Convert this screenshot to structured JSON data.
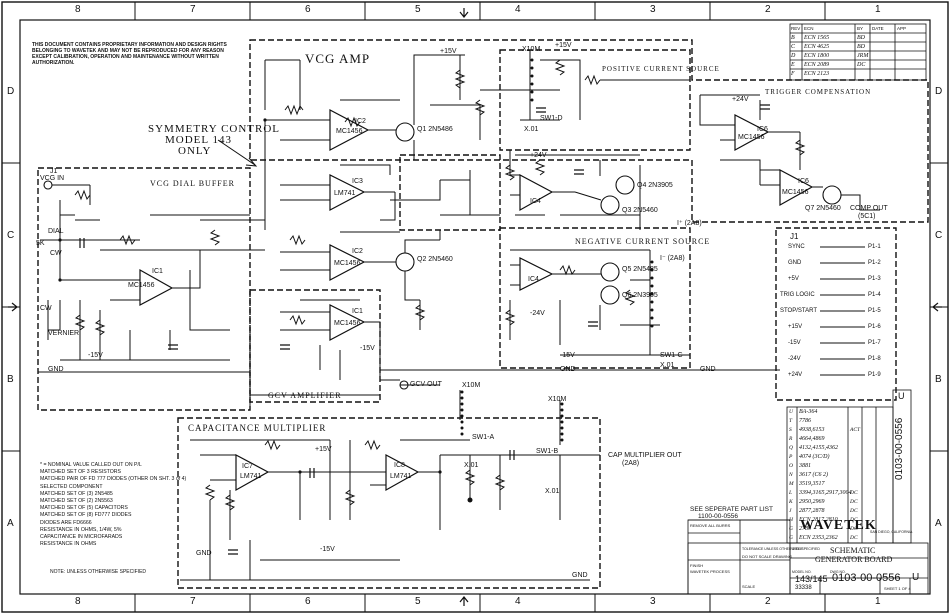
{
  "border": {
    "cols_top": [
      "8",
      "7",
      "6",
      "5",
      "4",
      "3",
      "2",
      "1"
    ],
    "cols_bottom": [
      "8",
      "7",
      "6",
      "5",
      "4",
      "3",
      "2",
      "1"
    ],
    "rows_left": [
      "D",
      "C",
      "B",
      "A"
    ],
    "rows_right": [
      "D",
      "C",
      "B",
      "A"
    ]
  },
  "notice": "THIS DOCUMENT CONTAINS PROPRIETARY INFORMATION AND DESIGN RIGHTS BELONGING TO WAVETEK AND MAY NOT BE REPRODUCED FOR ANY REASON EXCEPT CALIBRATION, OPERATION AND MAINTENANCE WITHOUT WRITTEN AUTHORIZATION.",
  "blocks": {
    "vcg_amp": "VCG AMP",
    "symmetry": [
      "SYMMETRY CONTROL",
      "MODEL 143",
      "ONLY"
    ],
    "vcg_dial_buffer": "VCG DIAL BUFFER",
    "positive_current_source": "POSITIVE CURRENT SOURCE",
    "trigger_compensation": "TRIGGER COMPENSATION",
    "negative_current_source": "NEGATIVE CURRENT SOURCE",
    "gcv_amplifier": "GCV AMPLIFIER",
    "capacitance_multiplier": "CAPACITANCE MULTIPLIER"
  },
  "labels": {
    "j1_vcg_in": [
      "J1",
      "VCG IN"
    ],
    "dial": "DIAL",
    "cw": "CW",
    "r4_5k": "5K",
    "gcv_out": "GCV OUT",
    "comp_out": [
      "COMP OUT",
      "(5C1)"
    ],
    "i_plus": "I⁺ (2A8)",
    "i_minus": "I⁻ (2A8)",
    "cap_mult_out": [
      "CAP MULTIPLIER OUT",
      "(2A8)"
    ],
    "vernier": "VERNIER",
    "gnd": "GND",
    "minus15v": "-15V",
    "plus15v": "+15V",
    "plus24v": "+24V",
    "minus24v": "-24V",
    "sw1d": "SW1-D",
    "sw1c": "SW1-C",
    "sw1a": "SW1-A",
    "sw1b": "SW1-B",
    "x10m": "X10M",
    "x01": "X.01",
    "ic1": "IC1",
    "ic2": "IC2",
    "ic3": "IC3",
    "ic4": "IC4",
    "ic5": "IC5",
    "ic6": "IC6",
    "ic7": "IC7",
    "ic8": "IC8",
    "mc1456": "MC1456",
    "lm741": "LM741",
    "q1": "Q1 2N5486",
    "q2": "Q2 2N5460",
    "q3": "Q3 2N5460",
    "q4": "Q4 2N3905",
    "q5": "Q5 2N5485",
    "q6": "Q6 2N3905",
    "q7": "Q7 2N5460"
  },
  "j1": {
    "title": "J1",
    "pins": [
      {
        "name": "SYNC",
        "pin": "P1-1"
      },
      {
        "name": "GND",
        "pin": "P1-2"
      },
      {
        "name": "+5V",
        "pin": "P1-3"
      },
      {
        "name": "TRIG LOGIC",
        "pin": "P1-4"
      },
      {
        "name": "STOP/START",
        "pin": "P1-5"
      },
      {
        "name": "+15V",
        "pin": "P1-6"
      },
      {
        "name": "-15V",
        "pin": "P1-7"
      },
      {
        "name": "-24V",
        "pin": "P1-8"
      },
      {
        "name": "+24V",
        "pin": "P1-9"
      }
    ]
  },
  "rev_table": {
    "head": [
      "REV",
      "ECN",
      "BY",
      "DATE",
      "APP"
    ],
    "rows": [
      [
        "B",
        "ECN 1565",
        "BD",
        "",
        ""
      ],
      [
        "C",
        "ECN 4625",
        "BD",
        "",
        ""
      ],
      [
        "D",
        "ECN 1800",
        "JRM",
        "",
        ""
      ],
      [
        "E",
        "ECN 2089",
        "DC",
        "",
        ""
      ],
      [
        "F",
        "ECN 2123",
        "",
        "",
        ""
      ]
    ]
  },
  "ecn_list": [
    [
      "U",
      "BA-364",
      "",
      ""
    ],
    [
      "T",
      "7786",
      "",
      ""
    ],
    [
      "S",
      "4938,6153",
      "ACT",
      ""
    ],
    [
      "R",
      "4664,4869",
      "",
      ""
    ],
    [
      "Q",
      "4132,4155,4362",
      "",
      ""
    ],
    [
      "P",
      "4074 (3C/D)",
      "",
      ""
    ],
    [
      "O",
      "3881",
      "",
      ""
    ],
    [
      "N",
      "3617 (C6 2)",
      "",
      ""
    ],
    [
      "M",
      "3519,3517",
      "",
      ""
    ],
    [
      "L",
      "3394,3165,2917,3004",
      "DC",
      ""
    ],
    [
      "K",
      "2950,2969",
      "DC",
      ""
    ],
    [
      "J",
      "2877,2878",
      "DC",
      ""
    ],
    [
      "H",
      "ECN 2817,2810",
      "DC",
      ""
    ],
    [
      "G",
      "2780",
      "DC",
      ""
    ],
    [
      "G",
      "ECN 2353,2362",
      "DC",
      ""
    ]
  ],
  "vertical_docnum": "0103-00-0556",
  "vertical_rev": "U",
  "notes": [
    "* = NOMINAL VALUE CALLED OUT ON P/L",
    "MATCHED SET OF 3 RESISTORS",
    "MATCHED PAIR OF FD 777 DIODES (OTHER ON SHT. 3 of 4)",
    "SELECTED COMPONENT",
    "MATCHED SET OF (3) 2N5485",
    "MATCHED SET OF (2) 2N5563",
    "MATCHED SET OF (5) CAPACITORS",
    "MATCHED SET OF (8) FD777 DIODES",
    "DIODES ARE FD6666",
    "RESISTANCE IN OHMS, 1/4W, 5%",
    "CAPACITANCE IN MICROFARADS",
    "RESISTANCE IN OHMS"
  ],
  "note_unless": "NOTE: UNLESS OTHERWISE SPECIFIED",
  "parts_list_note": [
    "SEE SEPERATE PART LIST",
    "1100-00-0556"
  ],
  "title_block": {
    "company": "WAVETEK",
    "company_sub": "SAN DIEGO, CALIFORNIA",
    "title_label": "TITLE",
    "title": [
      "SCHEMATIC",
      "GENERATOR BOARD"
    ],
    "model_label": "MODEL NO.",
    "model": "143/145",
    "dwg_label": "DWG NO.",
    "dwg": "0103-00-0556",
    "rev": "U",
    "scale_label": "SCALE",
    "code": "33338",
    "sheet": "SHEET 1 OF 4",
    "finish_label": "FINISH",
    "finish": "WAVETEK PROCESS",
    "tolerance": "TOLERANCE UNLESS OTHERWISE SPECIFIED",
    "dont_scale": "DO NOT SCALE DRAWING",
    "remove_burrs": "REMOVE ALL BURRS"
  }
}
